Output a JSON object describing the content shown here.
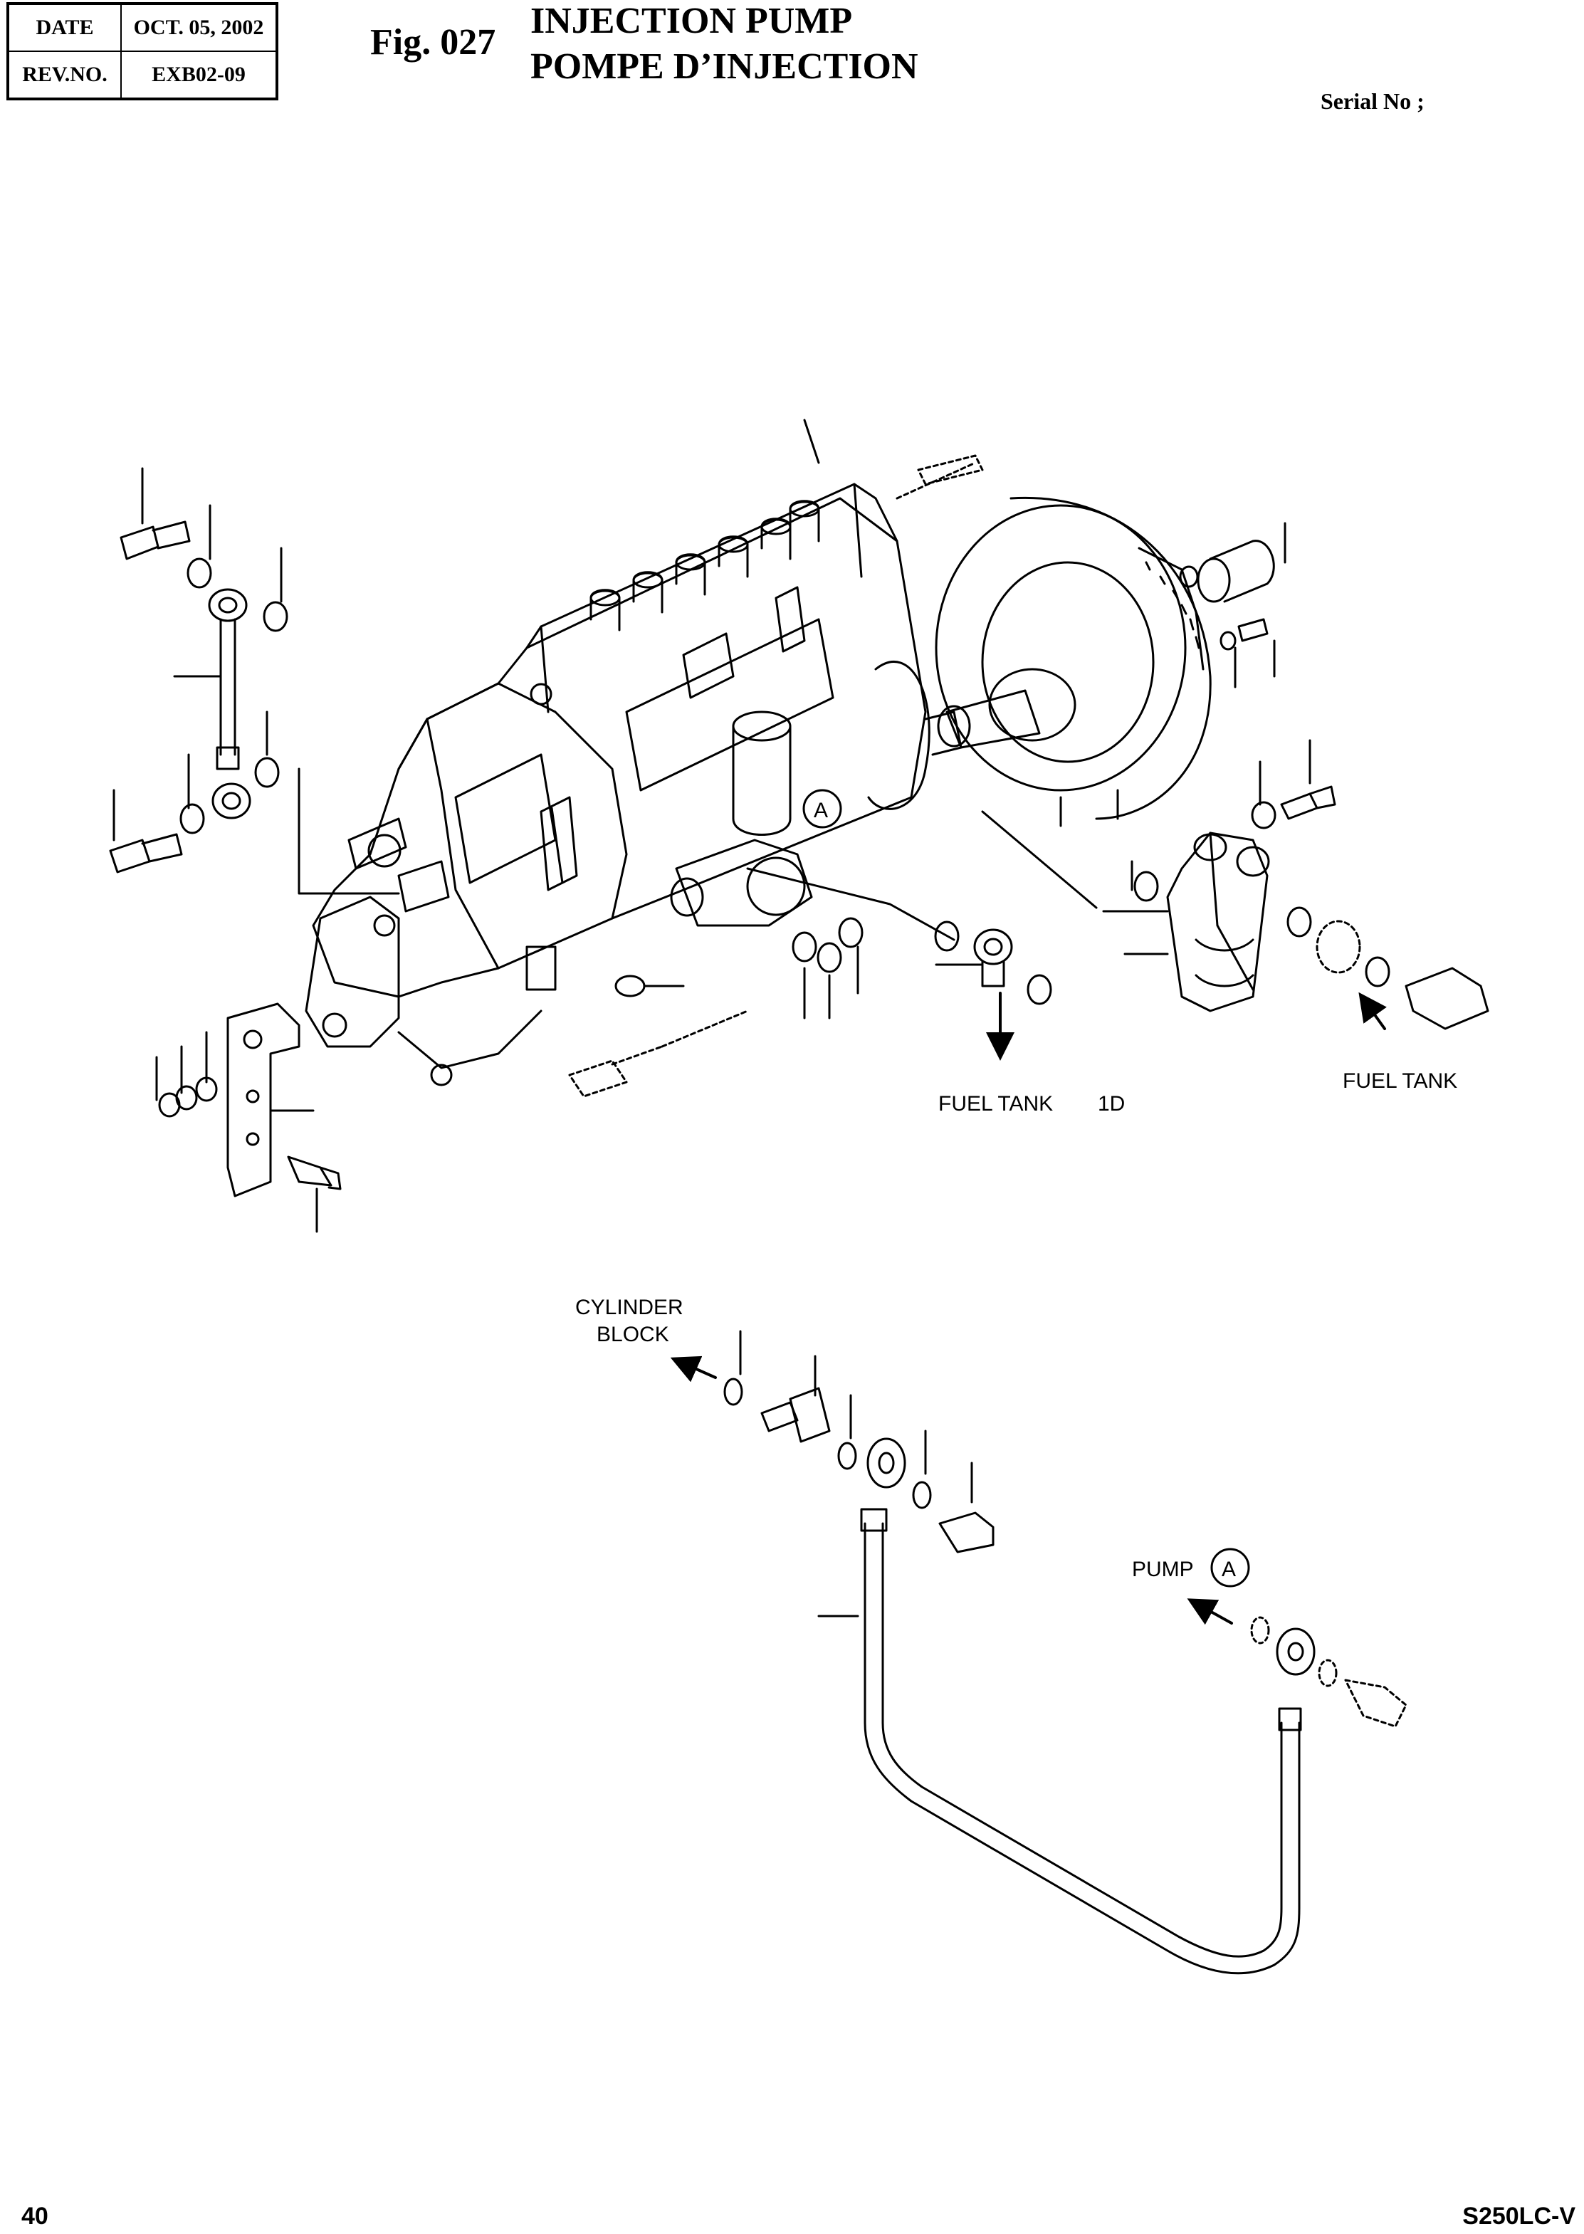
{
  "header": {
    "date_label": "DATE",
    "date_value": "OCT. 05, 2002",
    "rev_label": "REV.NO.",
    "rev_value": "EXB02-09"
  },
  "figure": {
    "number": "Fig. 027",
    "title_en": "INJECTION PUMP",
    "title_fr": "POMPE D’INJECTION",
    "serial": "Serial No ;"
  },
  "callouts": {
    "fuel_tank_left": "FUEL TANK",
    "fuel_tank_left_ref": "1D",
    "fuel_tank_right": "FUEL TANK",
    "cylinder_block_line1": "CYLINDER",
    "cylinder_block_line2": "BLOCK",
    "pump": "PUMP",
    "ref_a": "A",
    "ref_a2": "A"
  },
  "footer": {
    "page_number": "40",
    "model": "S250LC-V"
  }
}
